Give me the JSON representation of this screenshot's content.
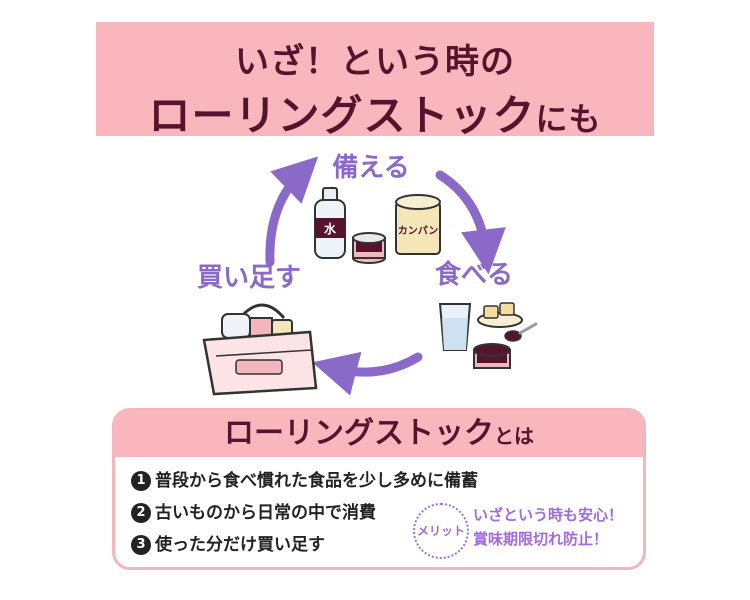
{
  "banner": {
    "line1": "いざ！という時の",
    "line2_main": "ローリングストック",
    "line2_suffix": "にも"
  },
  "cycle": {
    "prepare": "備える",
    "eat": "食べる",
    "restock": "買い足す",
    "water_label": "水",
    "can_label": "カンパン",
    "accent_color": "#8b69c9"
  },
  "panel": {
    "title_main": "ローリングストック",
    "title_suffix": "とは",
    "steps": [
      {
        "num": "1",
        "text": "普段から食べ慣れた食品を少し多めに備蓄"
      },
      {
        "num": "2",
        "text": "古いものから日常の中で消費"
      },
      {
        "num": "3",
        "text": "使った分だけ買い足す"
      }
    ],
    "merit_label": "メリット",
    "merit_lines": [
      "いざという時も安心！",
      "賞味期限切れ防止！"
    ]
  },
  "colors": {
    "banner_bg": "#f9b7bd",
    "dark_text": "#55132e",
    "purple": "#a06be0"
  }
}
